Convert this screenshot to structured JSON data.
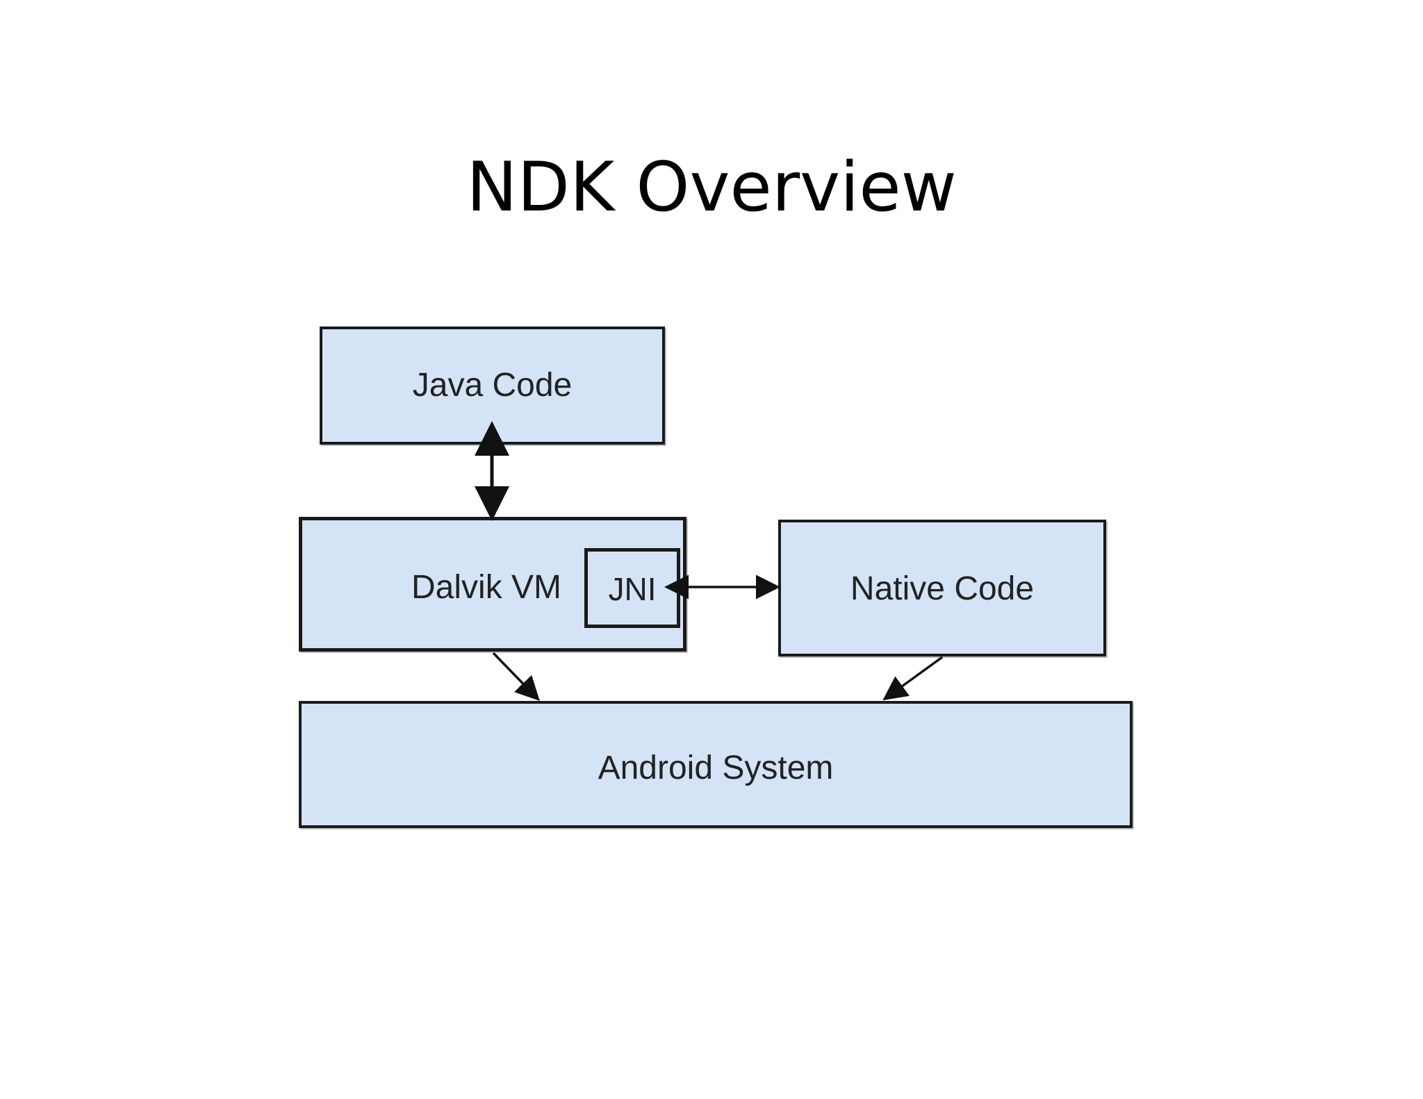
{
  "title": "NDK Overview",
  "diagram": {
    "java_code": "Java Code",
    "dalvik_vm": "Dalvik VM",
    "jni": "JNI",
    "native_code": "Native Code",
    "android_system": "Android System"
  },
  "colors": {
    "box_fill": "#d4e4f6",
    "box_border": "#1a1a1a",
    "arrow": "#111111"
  }
}
